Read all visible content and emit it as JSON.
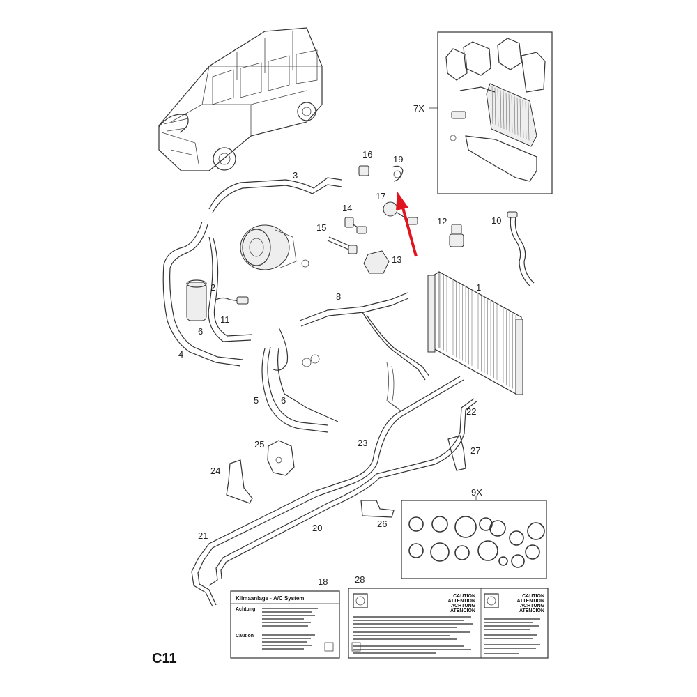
{
  "sheet": {
    "code": "C11"
  },
  "callouts": {
    "p1": "1",
    "p2": "2",
    "p3": "3",
    "p4": "4",
    "p5": "5",
    "p6a": "6",
    "p6b": "6",
    "p7x": "7X",
    "p8": "8",
    "p9x": "9X",
    "p10": "10",
    "p11": "11",
    "p12": "12",
    "p13": "13",
    "p14": "14",
    "p15": "15",
    "p16": "16",
    "p17": "17",
    "p18": "18",
    "p19": "19",
    "p20": "20",
    "p21": "21",
    "p22": "22",
    "p23": "23",
    "p24": "24",
    "p25": "25",
    "p26": "26",
    "p27": "27",
    "p28": "28"
  },
  "label_18": {
    "title": "Klimaanlage - A/C System",
    "row1_head": "Achtung",
    "row2_head": "Caution"
  },
  "label_28": {
    "warn_lines": [
      "CAUTION",
      "ATTENTION",
      "ACHTUNG",
      "ATENCION"
    ]
  },
  "colors": {
    "arrow": "#e0141e",
    "line": "#333333"
  }
}
